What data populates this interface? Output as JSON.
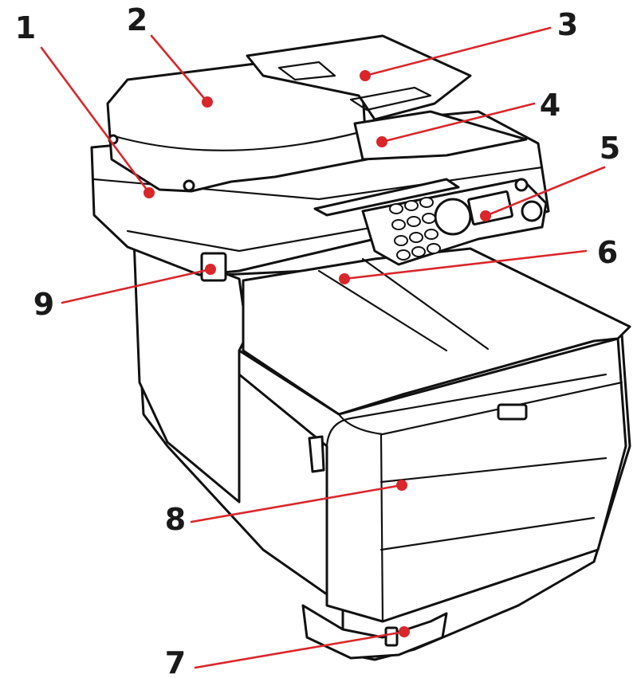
{
  "accent_color": "#d9262b",
  "callouts": [
    {
      "number": "1",
      "part": "scanner-unit"
    },
    {
      "number": "2",
      "part": "adf-cover"
    },
    {
      "number": "3",
      "part": "adf-document-tray"
    },
    {
      "number": "4",
      "part": "adf-output-tray"
    },
    {
      "number": "5",
      "part": "operator-panel"
    },
    {
      "number": "6",
      "part": "output-tray-face-down"
    },
    {
      "number": "7",
      "part": "power-switch"
    },
    {
      "number": "8",
      "part": "paper-tray"
    },
    {
      "number": "9",
      "part": "scanner-unit-release"
    }
  ]
}
